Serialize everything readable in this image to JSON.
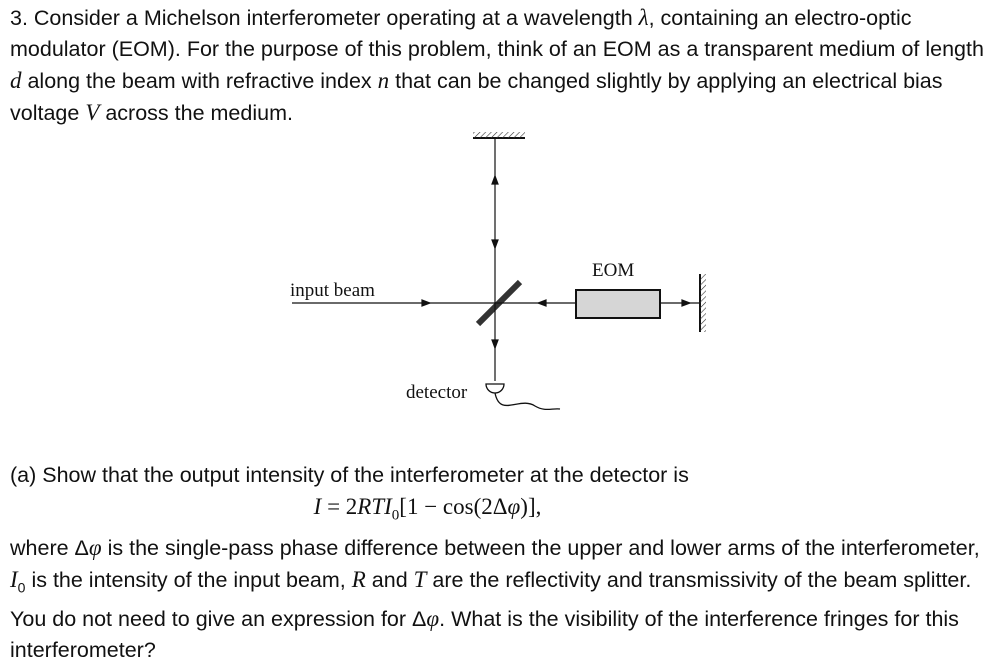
{
  "problem": {
    "intro_start": "3. Consider a Michelson interferometer operating at a wavelength ",
    "sym_lambda": "λ",
    "intro_mid1": ", containing an electro-optic modulator (EOM). For the purpose of this problem, think of an EOM as a transparent medium of length ",
    "sym_d": "d",
    "intro_mid2": " along the beam with refractive index ",
    "sym_n": "n",
    "intro_mid3": " that can be changed slightly by applying an electrical bias voltage ",
    "sym_V": "V",
    "intro_end": " across the medium."
  },
  "diagram": {
    "label_input": "input beam",
    "label_eom": "EOM",
    "label_detector": "detector"
  },
  "part_a": {
    "lead": "(a) Show that the output intensity of the interferometer at the detector is",
    "eq_lhs": "I",
    "eq_mid": " = 2",
    "eq_rti": "RTI",
    "eq_sub": "0",
    "eq_rest": "[1 − cos(2Δ",
    "eq_phi": "φ",
    "eq_end": ")],",
    "where_1": "where Δ",
    "phi_1": "φ",
    "where_2": " is the single-pass phase difference between the upper and lower arms of the interferometer, ",
    "I0": "I",
    "I0_sub": "0",
    "where_3": " is the intensity of the input beam, ",
    "R": "R",
    "where_4": " and ",
    "T": "T",
    "where_5": " are the reflectivity and transmissivity of the beam splitter. You do not need to give an expression for Δ",
    "phi_2": "φ",
    "where_6": ". What is the visibility of the interference fringes for this interferometer?"
  }
}
